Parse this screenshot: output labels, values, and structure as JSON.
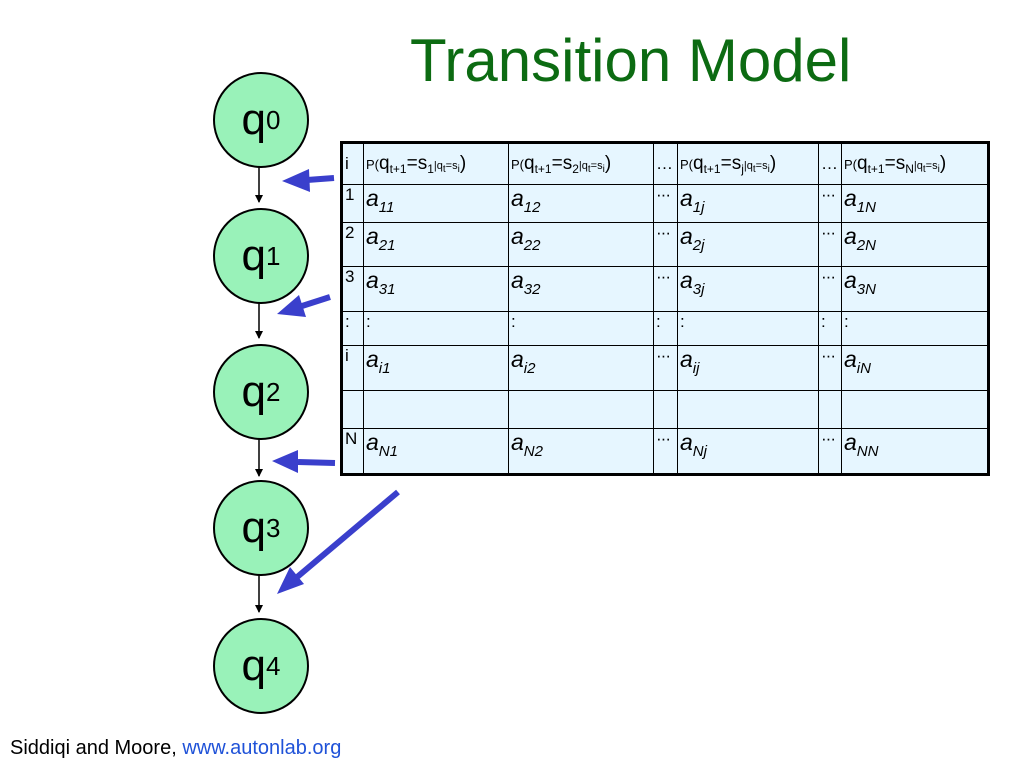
{
  "title": "Transition Model",
  "states": [
    {
      "label": "q",
      "sub": "0"
    },
    {
      "label": "q",
      "sub": "1"
    },
    {
      "label": "q",
      "sub": "2"
    },
    {
      "label": "q",
      "sub": "3"
    },
    {
      "label": "q",
      "sub": "4"
    }
  ],
  "table": {
    "header": {
      "i": "i",
      "cols": [
        {
          "sub": "1"
        },
        {
          "sub": "2"
        },
        {
          "ellipsis": "…"
        },
        {
          "sub": "j"
        },
        {
          "ellipsis": "…"
        },
        {
          "sub": "N"
        }
      ],
      "p": "P(",
      "q": "q",
      "t1": "t+1",
      "eq_s": "=s",
      "bar_q": "|q",
      "t": "t",
      "eq_si": "=s",
      "si_sub": "i",
      "close": ")"
    },
    "a_letter": "a",
    "dots": "···",
    "rows": [
      {
        "idx": "1",
        "cells": [
          {
            "sub": "11"
          },
          {
            "sub": "12"
          },
          {
            "dots": "···"
          },
          {
            "sub": "1j"
          },
          {
            "dots": "···"
          },
          {
            "sub": "1N"
          }
        ]
      },
      {
        "idx": "2",
        "cells": [
          {
            "sub": "21"
          },
          {
            "sub": "22"
          },
          {
            "dots": "···"
          },
          {
            "sub": "2j"
          },
          {
            "dots": "···"
          },
          {
            "sub": "2N"
          }
        ]
      },
      {
        "idx": "3",
        "cells": [
          {
            "sub": "31"
          },
          {
            "sub": "32"
          },
          {
            "dots": "···"
          },
          {
            "sub": "3j"
          },
          {
            "dots": "···"
          },
          {
            "sub": "3N"
          }
        ]
      },
      {
        "idx": ":",
        "colon": true,
        "cells": [
          {
            "text": ":"
          },
          {
            "text": ":"
          },
          {
            "text": ":"
          },
          {
            "text": ":"
          },
          {
            "text": ":"
          },
          {
            "text": ":"
          }
        ]
      },
      {
        "idx": "i",
        "cells": [
          {
            "sub": "i1"
          },
          {
            "sub": "i2"
          },
          {
            "dots": "···"
          },
          {
            "sub": "ij"
          },
          {
            "dots": "···"
          },
          {
            "sub": "iN"
          }
        ]
      },
      {
        "idx": "",
        "empty": true,
        "cells": [
          {},
          {},
          {},
          {},
          {},
          {}
        ]
      },
      {
        "idx": "N",
        "cells": [
          {
            "sub": "N1"
          },
          {
            "sub": "N2"
          },
          {
            "dots": "···"
          },
          {
            "sub": "Nj"
          },
          {
            "dots": "···"
          },
          {
            "sub": "NN"
          }
        ]
      }
    ]
  },
  "footer": {
    "text": "Siddiqi and Moore, ",
    "link": "www.autonlab.org"
  },
  "colors": {
    "title": "#0c6b12",
    "node_fill": "#99f2b9",
    "arrow": "#3a3fcc",
    "table_bg": "#e6f6ff",
    "link": "#1f52d8"
  }
}
